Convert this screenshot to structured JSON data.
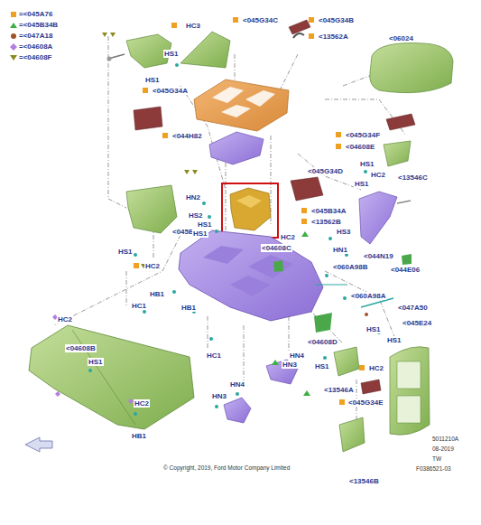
{
  "diagram": {
    "labels": [
      "HC3",
      "<045G34C",
      "<045G34B",
      "<13562A",
      "<06024",
      "HS1",
      "HS1",
      "<045G34A",
      "<044H82",
      "<045G34F",
      "<04608E",
      "HS1",
      "<045G34D",
      "HC2",
      "HS1",
      "<13546C",
      "HN2",
      "<045B34A",
      "HS2",
      "<13562B",
      "HS1",
      "<045B30",
      "HS1",
      "HS3",
      "HC2",
      "<04608C",
      "HN1",
      "HS1",
      "<044N19",
      "HC2",
      "<060A98B",
      "<044E06",
      "HB1",
      "<060A98A",
      "HC1",
      "HB1",
      "<047A50",
      "HC2",
      "<045E24",
      "HS1",
      "HS1",
      "<04608D",
      "<04608B",
      "HC1",
      "HN4",
      "HS1",
      "HN3",
      "HS1",
      "HC2",
      "HN4",
      "<13546A",
      "HN3",
      "HC2",
      "<045G34E",
      "HB1",
      "5011210A",
      "08-2019",
      "TW",
      "F0386521-03",
      "© Copyright, 2019, Ford Motor Company Limited",
      "<13546B"
    ],
    "legend": [
      {
        "text": "=<045A76"
      },
      {
        "text": "=<045B34B"
      },
      {
        "text": "=<047A18"
      },
      {
        "text": "=<04608A"
      },
      {
        "text": "=<04608F"
      }
    ]
  }
}
